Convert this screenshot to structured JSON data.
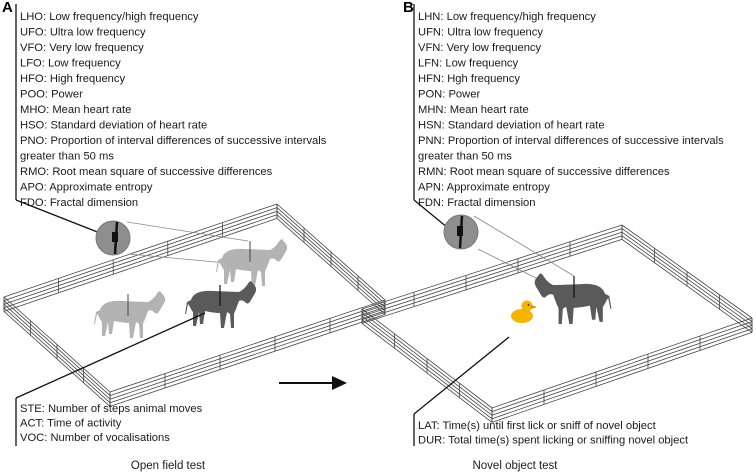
{
  "panel_a": {
    "letter": "A",
    "caption": "Open field test",
    "hrv_measures": [
      "LHO: Low frequency/high frequency",
      "UFO: Ultra low frequency",
      "VFO: Very low frequency",
      "LFO: Low frequency",
      "HFO: High frequency",
      "POO: Power",
      "MHO: Mean heart rate",
      "HSO: Standard deviation of heart rate",
      "PNO: Proportion of interval differences of successive intervals",
      "greater than 50 ms",
      "RMO: Root mean square of successive differences",
      "APO: Approximate entropy",
      "FDO: Fractal dimension"
    ],
    "behaviour_measures": [
      "STE: Number of steps animal moves",
      "ACT: Time of activity",
      "VOC: Number of vocalisations"
    ]
  },
  "panel_b": {
    "letter": "B",
    "caption": "Novel object test",
    "hrv_measures": [
      "LHN: Low frequency/high frequency",
      "UFN: Ultra low frequency",
      "VFN: Very low frequency",
      "LFN: Low frequency",
      "HFN: Hgh frequency",
      "PON: Power",
      "MHN: Mean heart rate",
      "HSN: Standard deviation of heart rate",
      "PNN: Proportion of interval differences of successive intervals",
      "greater than 50 ms",
      "RMN: Root mean square of successive differences",
      "APN: Approximate entropy",
      "FDN: Fractal dimension"
    ],
    "behaviour_measures": [
      "LAT: Time(s) until first lick or sniff of novel object",
      "DUR: Total time(s) spent licking or sniffing novel object"
    ]
  },
  "colors": {
    "fence": "#444444",
    "cow_active": "#5a5a5a",
    "cow_faded": "#b3b3b3",
    "zoom_circle": "#8e8e8e",
    "novel_object": "#f5b400",
    "arrow": "#111111"
  },
  "icons": [
    "cow-icon",
    "heart-rate-belt-icon",
    "rubber-duck-icon",
    "right-arrow-icon"
  ]
}
